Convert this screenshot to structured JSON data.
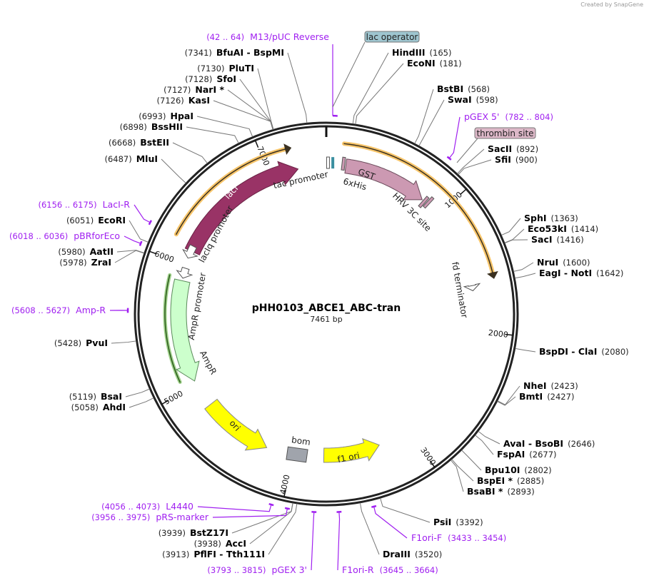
{
  "credit": "Created by SnapGene",
  "map": {
    "name": "pHH0103_ABCE1_ABC-tran",
    "length_label": "7461 bp",
    "length": 7461
  },
  "ticks": [
    "1000",
    "2000",
    "3000",
    "4000",
    "5000",
    "6000",
    "7000"
  ],
  "enzymes": [
    {
      "name": "BfuAI  -  BspMI",
      "pos": "7341"
    },
    {
      "name": "PluTI",
      "pos": "7130"
    },
    {
      "name": "SfoI",
      "pos": "7128"
    },
    {
      "name": "NarI *",
      "pos": "7127"
    },
    {
      "name": "KasI",
      "pos": "7126"
    },
    {
      "name": "HpaI",
      "pos": "6993"
    },
    {
      "name": "BssHII",
      "pos": "6898"
    },
    {
      "name": "BstEII",
      "pos": "6668"
    },
    {
      "name": "MluI",
      "pos": "6487"
    },
    {
      "name": "EcoRI",
      "pos": "6051"
    },
    {
      "name": "AatII",
      "pos": "5980"
    },
    {
      "name": "ZraI",
      "pos": "5978"
    },
    {
      "name": "PvuI",
      "pos": "5428"
    },
    {
      "name": "BsaI",
      "pos": "5119"
    },
    {
      "name": "AhdI",
      "pos": "5058"
    },
    {
      "name": "BstZ17I",
      "pos": "3939"
    },
    {
      "name": "AccI",
      "pos": "3938"
    },
    {
      "name": "PflFI  -  Tth111I",
      "pos": "3913"
    },
    {
      "name": "HindIII",
      "pos": "165"
    },
    {
      "name": "EcoNI",
      "pos": "181"
    },
    {
      "name": "BstBI",
      "pos": "568"
    },
    {
      "name": "SwaI",
      "pos": "598"
    },
    {
      "name": "SacII",
      "pos": "892"
    },
    {
      "name": "SfiI",
      "pos": "900"
    },
    {
      "name": "SphI",
      "pos": "1363"
    },
    {
      "name": "Eco53kI",
      "pos": "1414"
    },
    {
      "name": "SacI",
      "pos": "1416"
    },
    {
      "name": "NruI",
      "pos": "1600"
    },
    {
      "name": "EagI  -  NotI",
      "pos": "1642"
    },
    {
      "name": "BspDI  -  ClaI",
      "pos": "2080"
    },
    {
      "name": "NheI",
      "pos": "2423"
    },
    {
      "name": "BmtI",
      "pos": "2427"
    },
    {
      "name": "AvaI  -  BsoBI",
      "pos": "2646"
    },
    {
      "name": "FspAI",
      "pos": "2677"
    },
    {
      "name": "Bpu10I",
      "pos": "2802"
    },
    {
      "name": "BspEI *",
      "pos": "2885"
    },
    {
      "name": "BsaBI *",
      "pos": "2893"
    },
    {
      "name": "PsiI",
      "pos": "3392"
    },
    {
      "name": "DraIII",
      "pos": "3520"
    }
  ],
  "primers": [
    {
      "name": "M13/pUC Reverse",
      "range": "(42 .. 64)"
    },
    {
      "name": "LacI-R",
      "range": "(6156 .. 6175)"
    },
    {
      "name": "pBRforEco",
      "range": "(6018 .. 6036)"
    },
    {
      "name": "Amp-R",
      "range": "(5608 .. 5627)"
    },
    {
      "name": "L4440",
      "range": "(4056 .. 4073)"
    },
    {
      "name": "pRS-marker",
      "range": "(3956 .. 3975)"
    },
    {
      "name": "pGEX 3'",
      "range": "(3793 .. 3815)"
    },
    {
      "name": "pGEX 5'",
      "range": "(782 .. 804)"
    },
    {
      "name": "F1ori-F",
      "range": "(3433 .. 3454)"
    },
    {
      "name": "F1ori-R",
      "range": "(3645 .. 3664)"
    }
  ],
  "boxed_features": [
    {
      "name": "lac operator",
      "color": "#9ec5cf"
    },
    {
      "name": "thrombin site",
      "color": "#ddb8c8"
    }
  ],
  "features": [
    {
      "name": "lacI",
      "color": "#993366"
    },
    {
      "name": "lacIq promoter",
      "color": "#ffffff"
    },
    {
      "name": "tac promoter",
      "color": "#ffffff"
    },
    {
      "name": "6xHis",
      "color": "#cc99b2"
    },
    {
      "name": "GST",
      "color": "#cc99b2"
    },
    {
      "name": "HRV 3C site",
      "color": "#cc99b2"
    },
    {
      "name": "fd terminator",
      "color": "#ffffff"
    },
    {
      "name": "AmpR promoter",
      "color": "#ffffff"
    },
    {
      "name": "AmpR",
      "color": "#ccffcc"
    },
    {
      "name": "ori",
      "color": "#ffff00"
    },
    {
      "name": "bom",
      "color": "#a0a4ac"
    },
    {
      "name": "f1 ori",
      "color": "#ffff00"
    }
  ],
  "colors": {
    "primer": "#a020f0",
    "orf_highlight": "#f7c56a",
    "backbone": "#222222"
  }
}
